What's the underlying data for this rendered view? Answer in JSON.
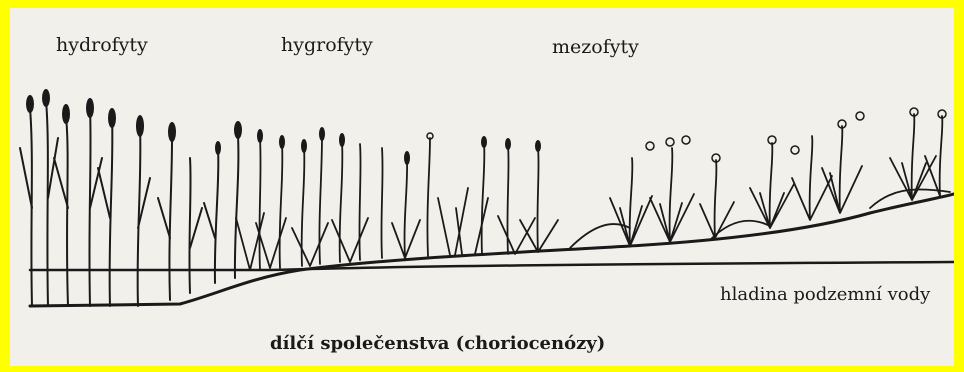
{
  "labels": {
    "hydrophytes": "hydrofyty",
    "hygrophytes": "hygrofyty",
    "mesophytes": "mezofyty",
    "groundwater_level": "hladina podzemní vody",
    "caption": "dílčí společenstva (choriocenózy)"
  },
  "colors": {
    "frame": "#ffff00",
    "paper": "#f2f0ea",
    "ink": "#1a1a1a"
  }
}
